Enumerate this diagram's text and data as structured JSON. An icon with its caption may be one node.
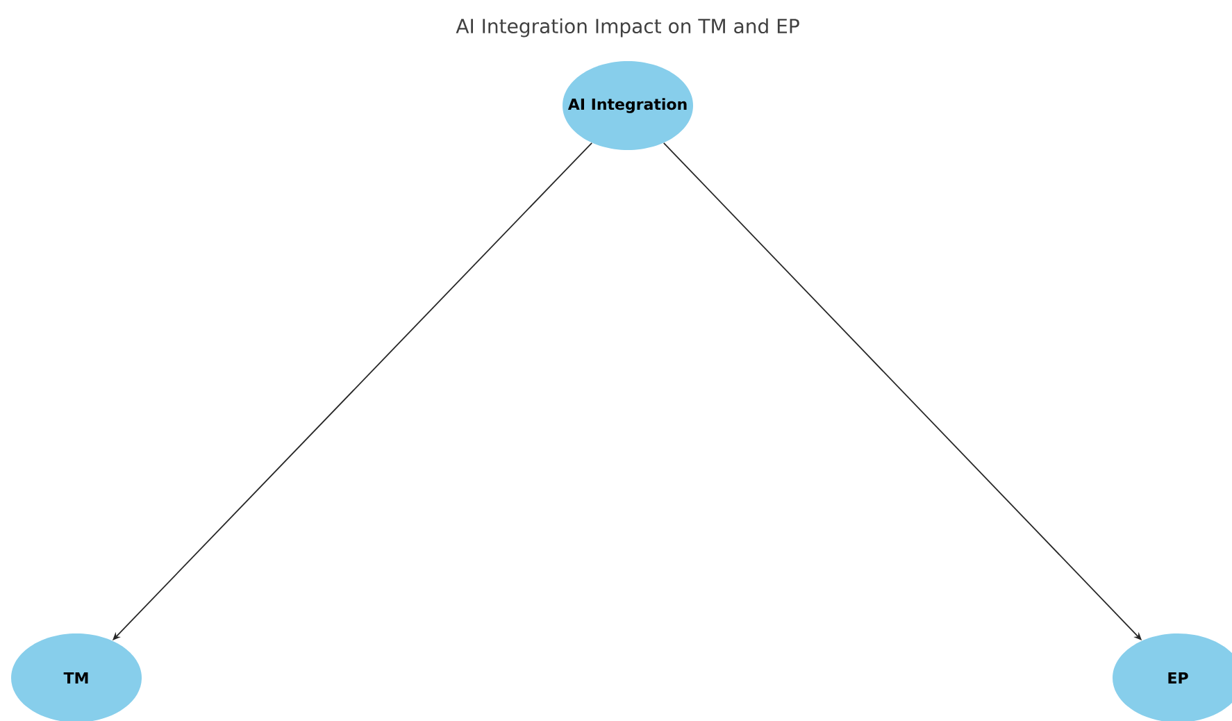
{
  "diagram": {
    "title": "AI Integration Impact on TM and EP",
    "nodes": [
      {
        "text": [
          "AI Integration"
        ]
      },
      {
        "text": [
          "TM"
        ]
      },
      {
        "text": [
          "EP"
        ]
      }
    ],
    "edges": [
      {
        "from": 0,
        "to": 1,
        "arrow": "to"
      },
      {
        "from": 0,
        "to": 2,
        "arrow": "to"
      }
    ]
  }
}
